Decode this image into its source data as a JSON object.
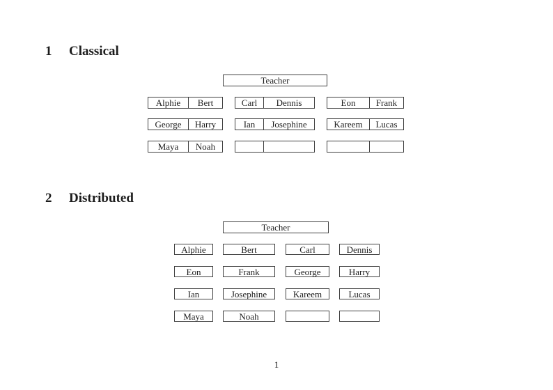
{
  "document": {
    "colors": {
      "border": "#3f3f3f",
      "text": "#1c1c1c",
      "background": "#ffffff"
    },
    "footer": {
      "page_number": "1"
    },
    "sections": {
      "classical": {
        "number": "1",
        "title": "Classical",
        "teacher_label": "Teacher",
        "tables": [
          [
            "Alphie",
            "Bert"
          ],
          [
            "Carl",
            "Dennis"
          ],
          [
            "Eon",
            "Frank"
          ],
          [
            "George",
            "Harry"
          ],
          [
            "Ian",
            "Josephine"
          ],
          [
            "Kareem",
            "Lucas"
          ],
          [
            "Maya",
            "Noah"
          ],
          [
            "",
            ""
          ],
          [
            "",
            ""
          ]
        ]
      },
      "distributed": {
        "number": "2",
        "title": "Distributed",
        "teacher_label": "Teacher",
        "boxes": [
          "Alphie",
          "Bert",
          "Carl",
          "Dennis",
          "Eon",
          "Frank",
          "George",
          "Harry",
          "Ian",
          "Josephine",
          "Kareem",
          "Lucas",
          "Maya",
          "Noah",
          "",
          ""
        ]
      }
    }
  }
}
